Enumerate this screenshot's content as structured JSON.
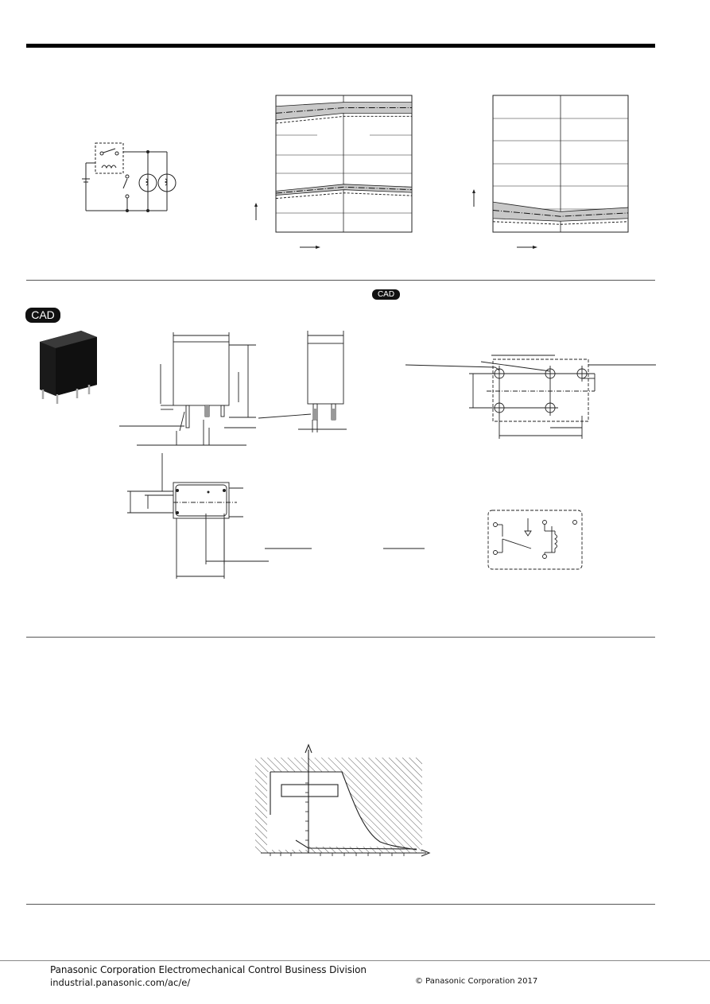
{
  "badges": {
    "cad_large": "CAD",
    "cad_small": "CAD"
  },
  "chart_data": [
    {
      "type": "area",
      "series": [
        {
          "values": [
            [
              0.92,
              0.82
            ],
            [
              0.95,
              0.87
            ],
            [
              0.95,
              0.87
            ]
          ]
        },
        {
          "values": [
            [
              0.3,
              0.27
            ],
            [
              0.35,
              0.31
            ],
            [
              0.33,
              0.29
            ]
          ]
        }
      ]
    },
    {
      "type": "area",
      "series": [
        {
          "values": [
            [
              0.22,
              0.1
            ],
            [
              0.15,
              0.08
            ],
            [
              0.18,
              0.1
            ]
          ]
        }
      ]
    }
  ],
  "footer": {
    "company": "Panasonic Corporation Electromechanical Control Business Division",
    "url": "industrial.panasonic.com/ac/e/",
    "copyright": "© Panasonic Corporation 2017"
  }
}
